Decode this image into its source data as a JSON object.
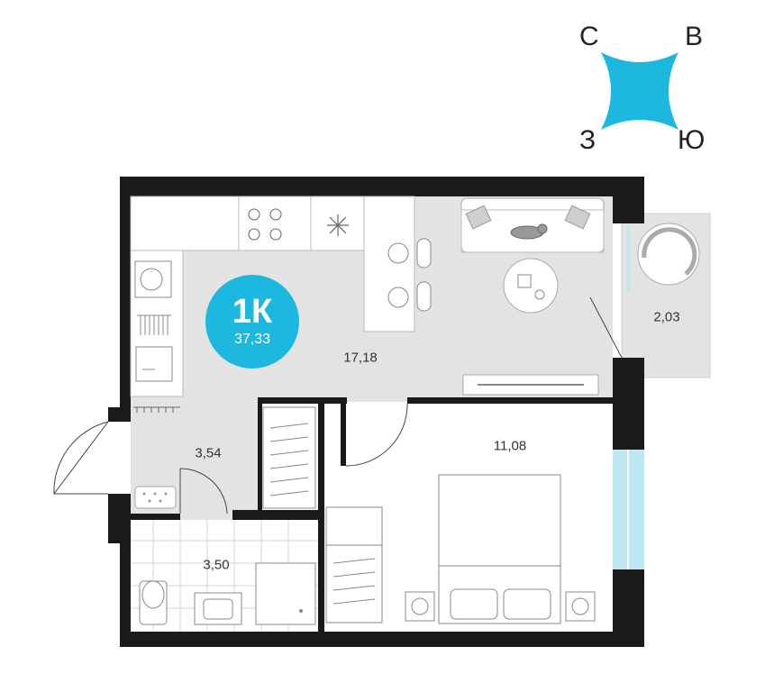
{
  "compass": {
    "north": "С",
    "east": "В",
    "west": "З",
    "south": "Ю",
    "color": "#1cb8df"
  },
  "badge": {
    "type": "1К",
    "total_area": "37,33",
    "color": "#1cb8df"
  },
  "rooms": {
    "kitchen_living_area": "17,18",
    "balcony_area": "2,03",
    "hallway_area": "3,54",
    "bathroom_area": "3,50",
    "bedroom_area": "11,08"
  },
  "colors": {
    "wall": "#1a1a1a",
    "floor": "#e3e3e3",
    "window": "#bde8f2",
    "accent": "#1cb8df"
  }
}
